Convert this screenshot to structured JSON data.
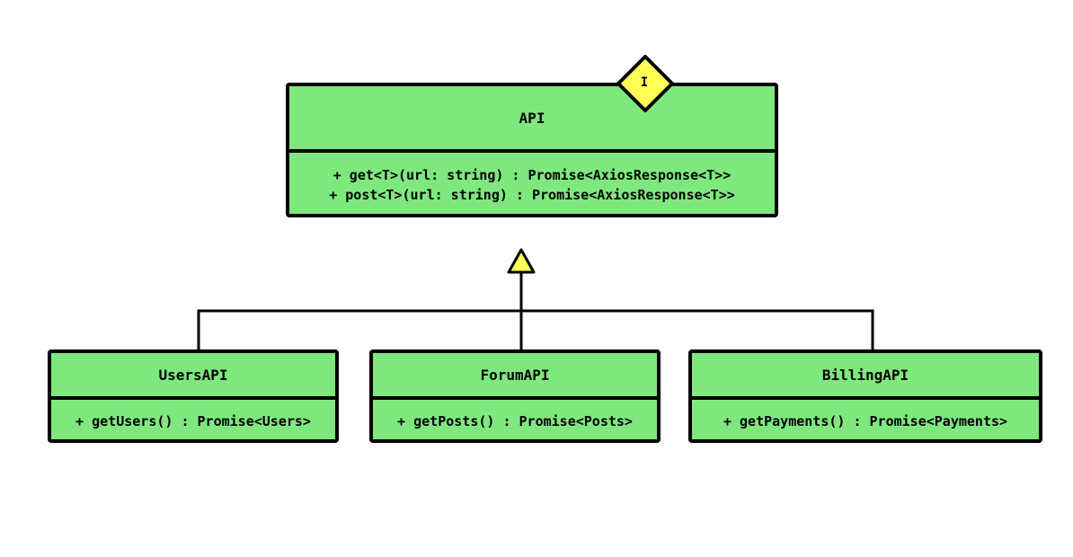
{
  "diagram": {
    "interface": {
      "name": "API",
      "badge": "I",
      "methods": [
        "+ get<T>(url: string) : Promise<AxiosResponse<T>>",
        "+ post<T>(url: string) : Promise<AxiosResponse<T>>"
      ]
    },
    "classes": [
      {
        "name": "UsersAPI",
        "methods": [
          "+ getUsers() : Promise<Users>"
        ]
      },
      {
        "name": "ForumAPI",
        "methods": [
          "+ getPosts() : Promise<Posts>"
        ]
      },
      {
        "name": "BillingAPI",
        "methods": [
          "+ getPayments() : Promise<Payments>"
        ]
      }
    ],
    "colors": {
      "class_fill": "#7ee87e",
      "badge_fill": "#ffff55",
      "arrow_fill": "#ffff55",
      "stroke": "#000000"
    }
  }
}
